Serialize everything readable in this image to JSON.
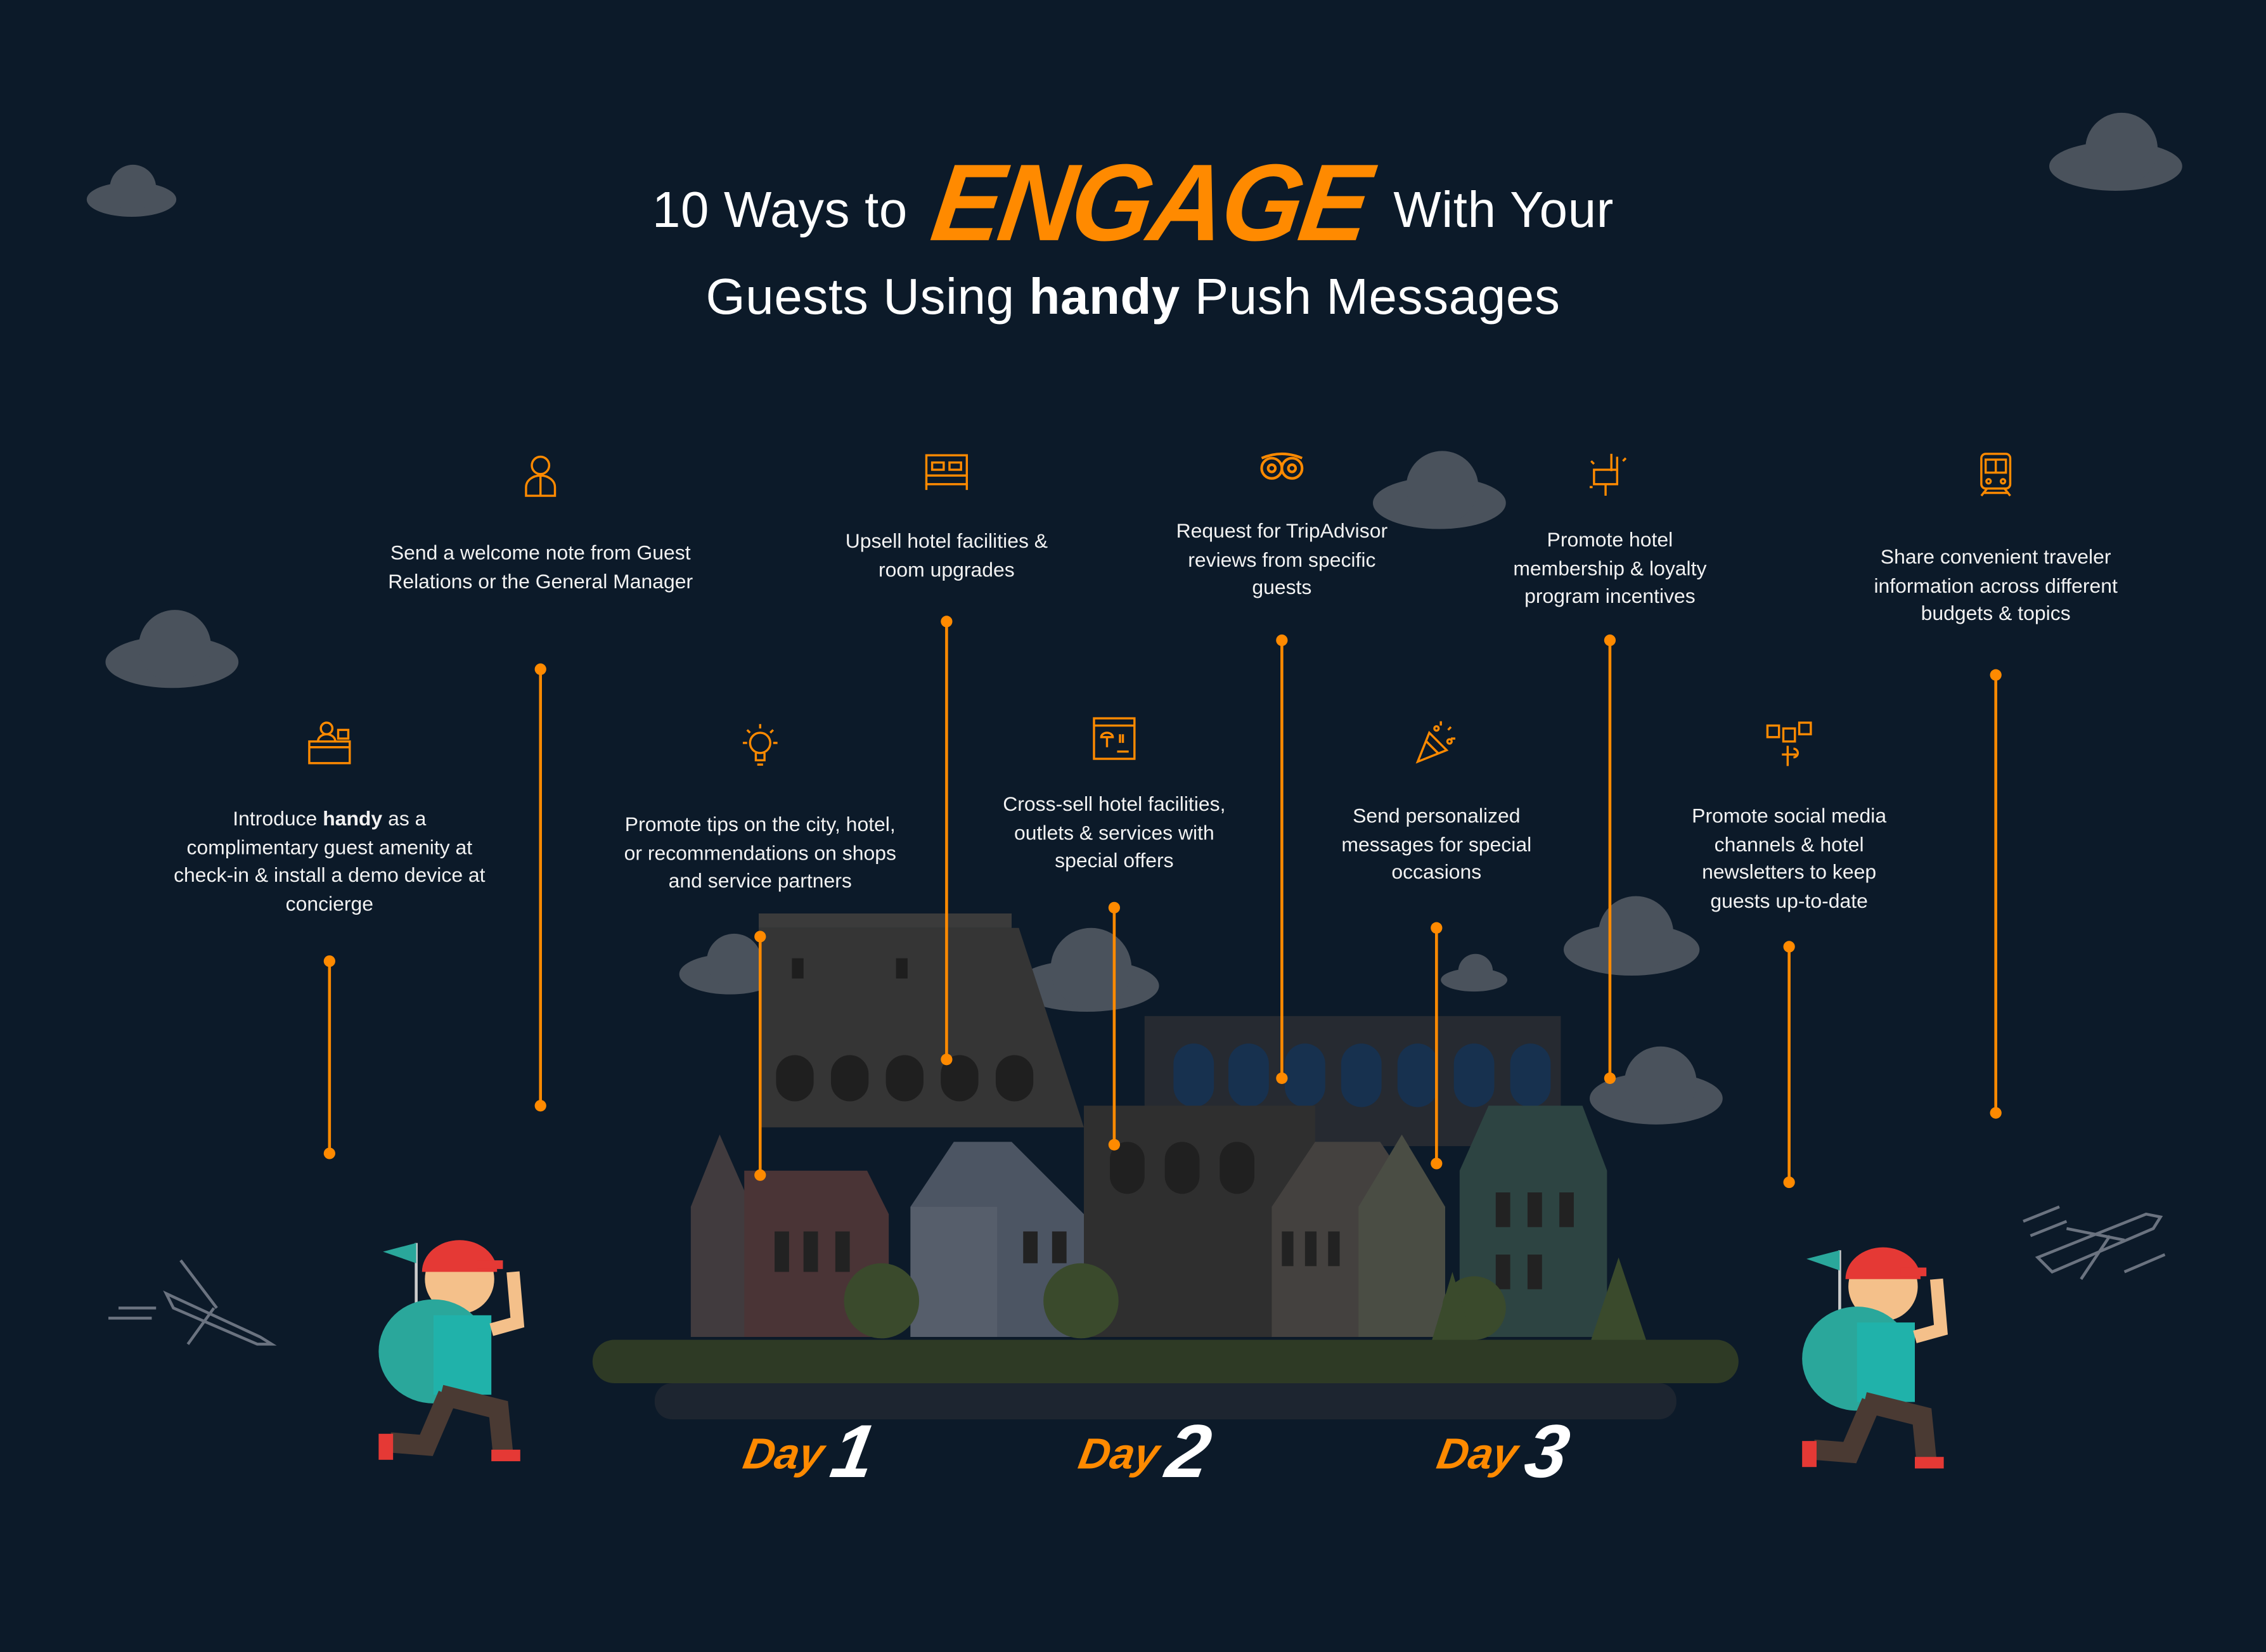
{
  "title": {
    "line1_prefix": "10 Ways to",
    "highlight": "ENGAGE",
    "line1_suffix": "With Your",
    "line2_prefix": "Guests Using",
    "brand": "handy",
    "line2_suffix": "Push Messages"
  },
  "colors": {
    "background": "#0c1a29",
    "accent": "#ff8a00",
    "cloud": "#4a525c"
  },
  "items_top": [
    {
      "icon": "concierge-icon",
      "text": "Send a welcome note from Guest Relations or the General Manager"
    },
    {
      "icon": "bed-icon",
      "text": "Upsell hotel facilities & room upgrades"
    },
    {
      "icon": "tripadvisor-icon",
      "text": "Request for TripAdvisor reviews from specific guests"
    },
    {
      "icon": "loyalty-card-icon",
      "text": "Promote hotel membership & loyalty program incentives"
    },
    {
      "icon": "train-icon",
      "text": "Share convenient traveler information across different budgets & topics"
    }
  ],
  "items_bottom": [
    {
      "icon": "reception-desk-icon",
      "pre": "Introduce",
      "brand": "handy",
      "text": "as a complimentary guest amenity at check-in & install a demo device at concierge"
    },
    {
      "icon": "lightbulb-icon",
      "text": "Promote tips on the city, hotel, or recommendations on shops and service partners"
    },
    {
      "icon": "menu-board-icon",
      "text": "Cross-sell hotel facilities, outlets & services with special offers"
    },
    {
      "icon": "party-popper-icon",
      "text": "Send personalized messages for special occasions"
    },
    {
      "icon": "social-media-icon",
      "text": "Promote social media channels & hotel newsletters to keep guests up-to-date"
    }
  ],
  "days": [
    {
      "label": "Day",
      "num": "1"
    },
    {
      "label": "Day",
      "num": "2"
    },
    {
      "label": "Day",
      "num": "3"
    }
  ]
}
